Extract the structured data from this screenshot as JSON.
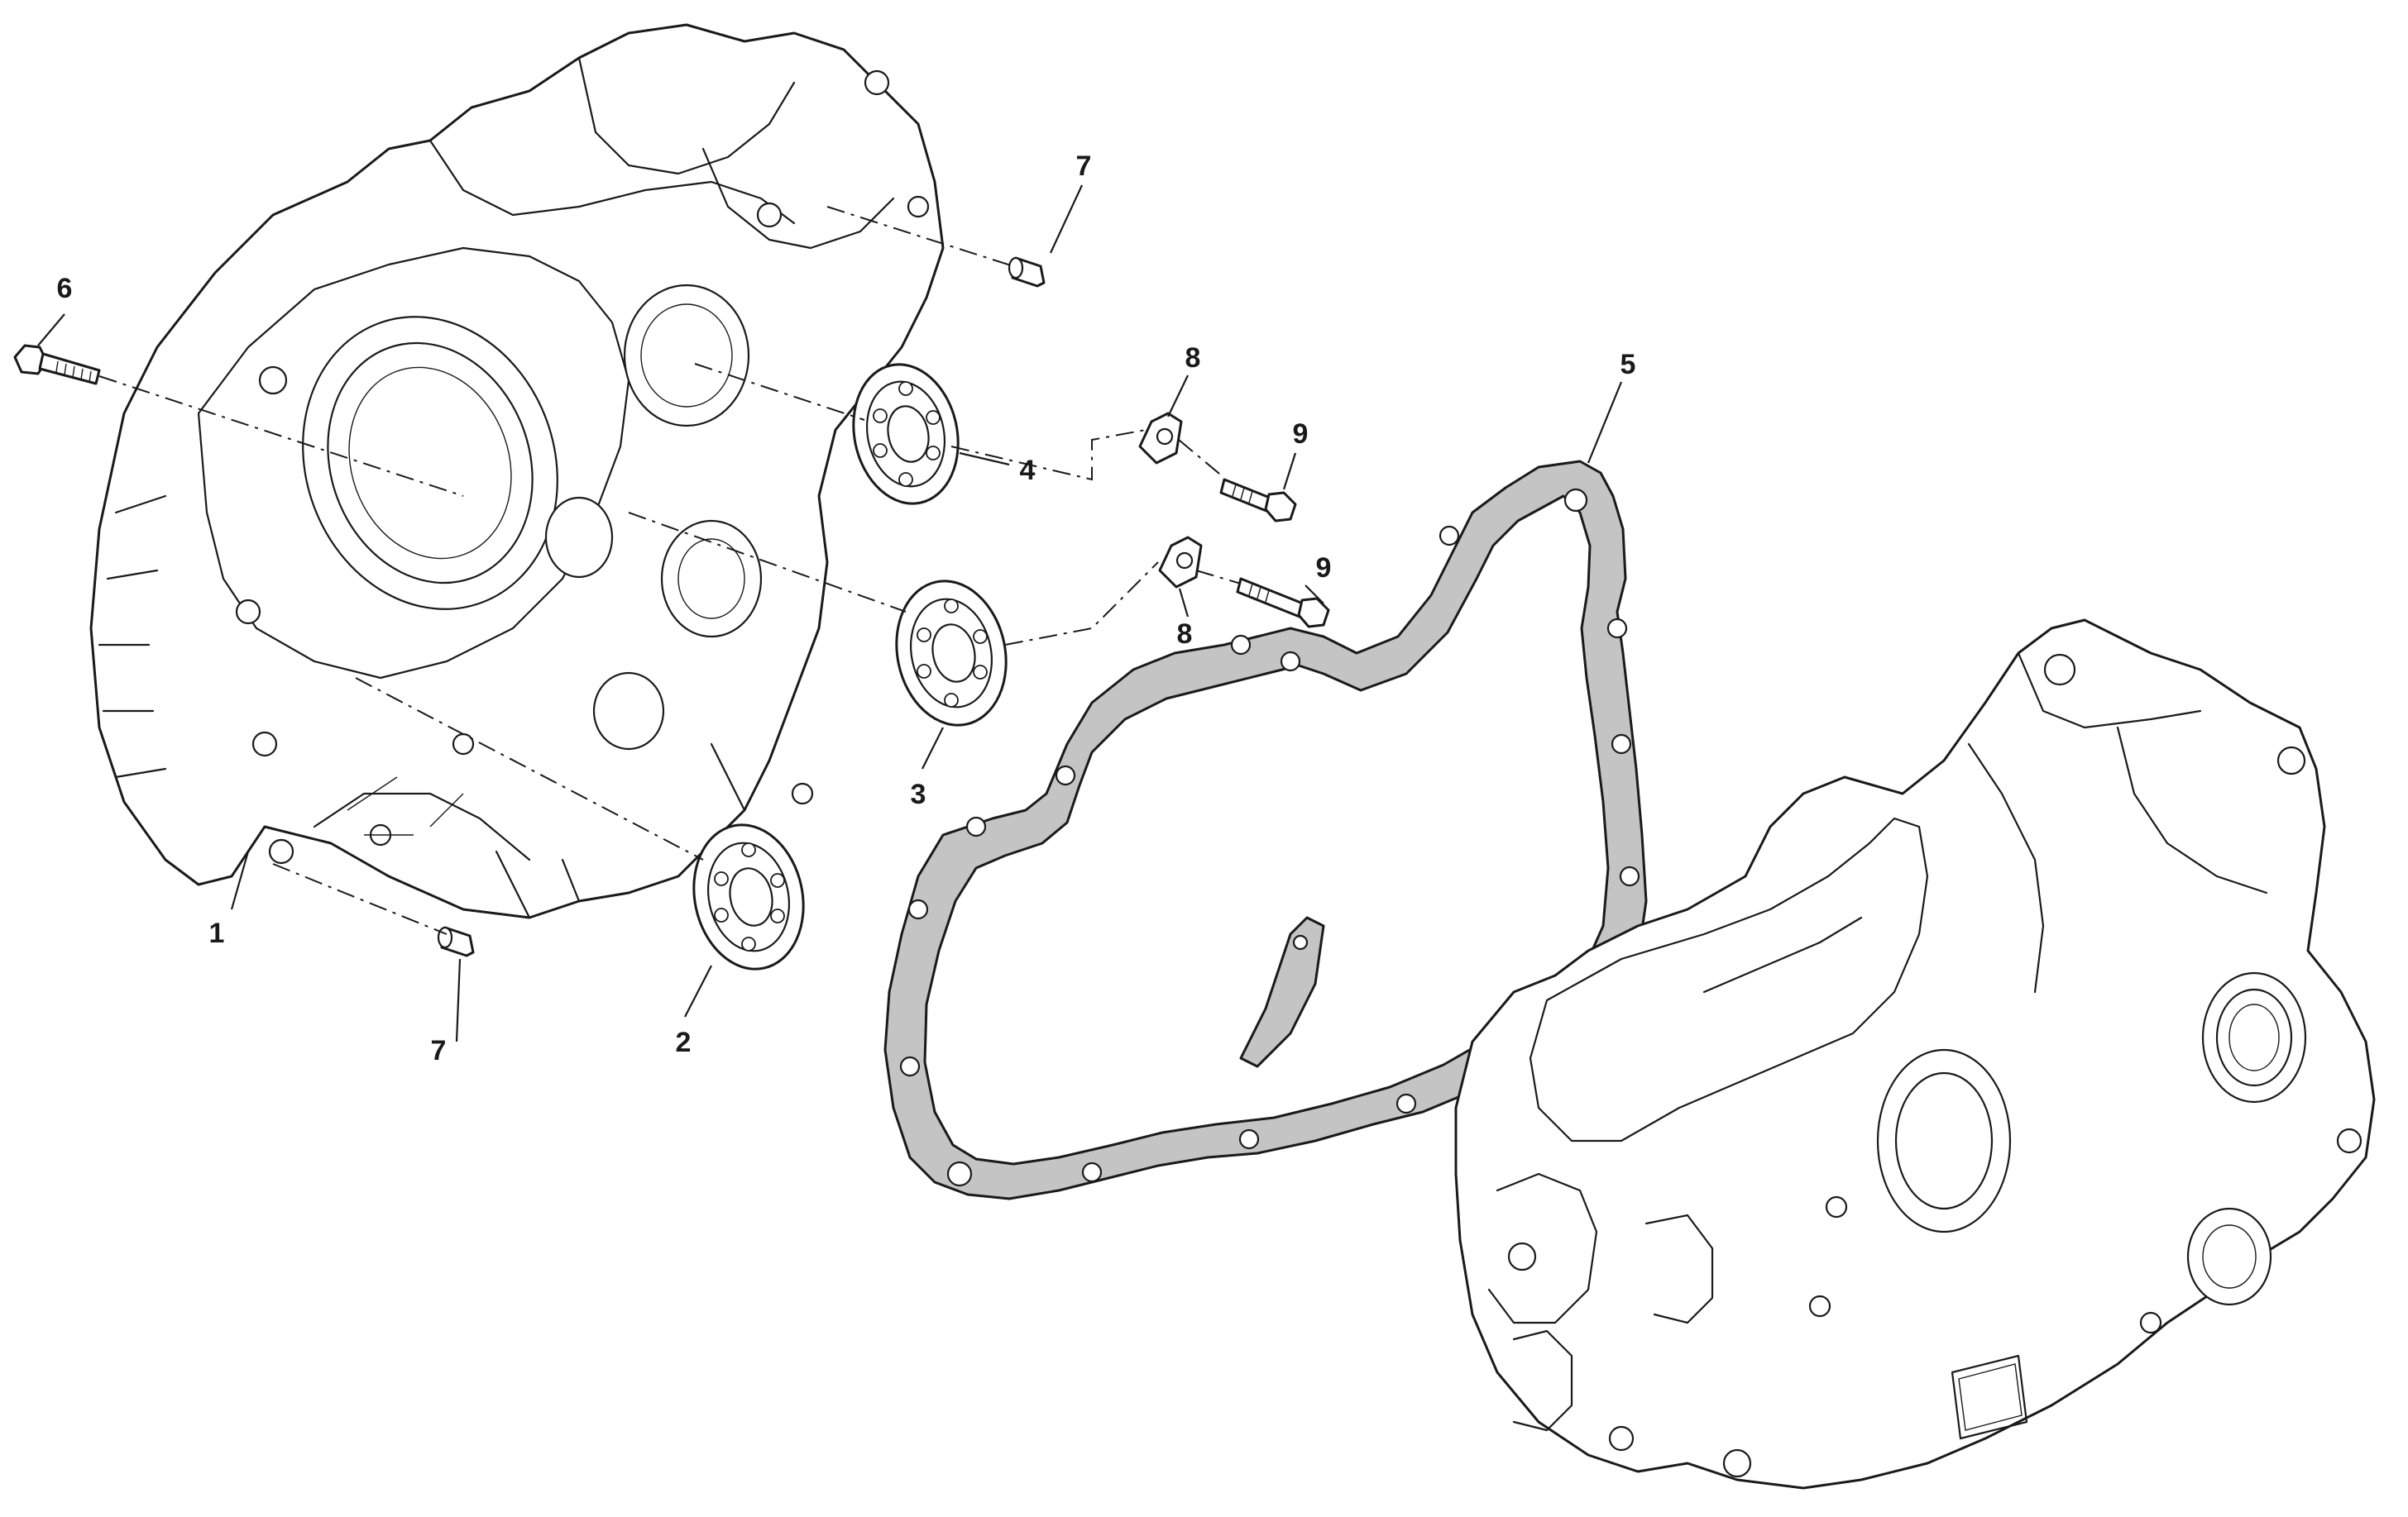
{
  "diagram": {
    "callouts": {
      "c1": "1",
      "c2": "2",
      "c3": "3",
      "c4": "4",
      "c5": "5",
      "c6": "6",
      "c7a": "7",
      "c7b": "7",
      "c8a": "8",
      "c8b": "8",
      "c9a": "9",
      "c9b": "9"
    },
    "colors": {
      "line": "#1a1a1a",
      "gasket_fill": "#c4c4c4",
      "background": "#ffffff"
    }
  }
}
